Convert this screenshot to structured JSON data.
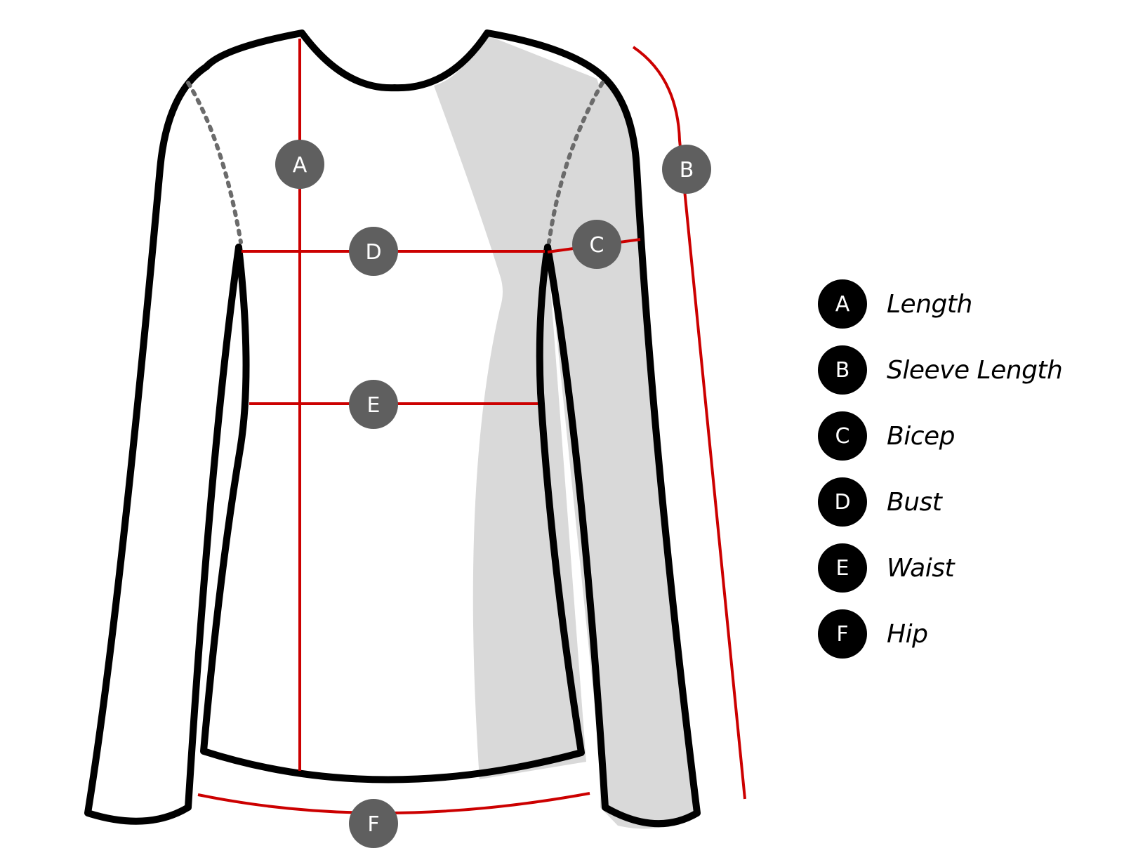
{
  "colors": {
    "measure_line": "#cc0000",
    "outline": "#000000",
    "shade": "#d9d9d9",
    "marker": "#5f5f5f",
    "badge": "#000000"
  },
  "markers": {
    "a": "A",
    "b": "B",
    "c": "C",
    "d": "D",
    "e": "E",
    "f": "F"
  },
  "legend": [
    {
      "key": "A",
      "label": "Length"
    },
    {
      "key": "B",
      "label": "Sleeve Length"
    },
    {
      "key": "C",
      "label": "Bicep"
    },
    {
      "key": "D",
      "label": "Bust"
    },
    {
      "key": "E",
      "label": "Waist"
    },
    {
      "key": "F",
      "label": "Hip"
    }
  ]
}
